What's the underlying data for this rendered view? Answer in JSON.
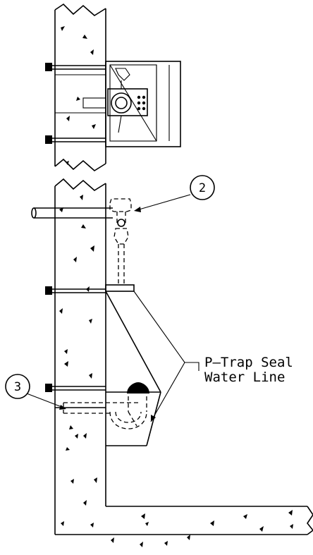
{
  "callouts": {
    "c2": "2",
    "c3": "3"
  },
  "label": {
    "line1": "P—Trap Seal",
    "line2": "Water Line"
  },
  "colors": {
    "ink": "#000000",
    "background": "#ffffff"
  }
}
